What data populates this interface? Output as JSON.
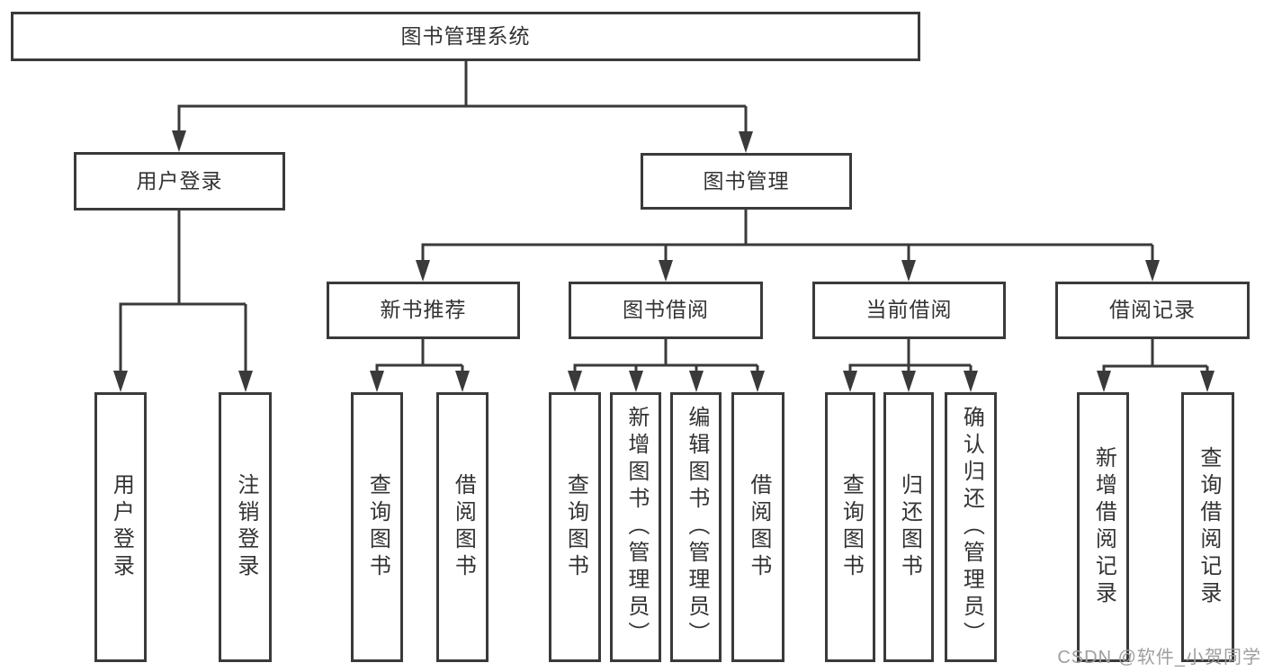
{
  "diagram": {
    "tree": {
      "label": "图书管理系统",
      "children": [
        {
          "label": "用户登录",
          "children": [
            {
              "label": "用户登录"
            },
            {
              "label": "注销登录"
            }
          ]
        },
        {
          "label": "图书管理",
          "children": [
            {
              "label": "新书推荐",
              "children": [
                {
                  "label": "查询图书"
                },
                {
                  "label": "借阅图书"
                }
              ]
            },
            {
              "label": "图书借阅",
              "children": [
                {
                  "label": "查询图书"
                },
                {
                  "label": "新增图书（管理员）"
                },
                {
                  "label": "编辑图书（管理员）"
                },
                {
                  "label": "借阅图书"
                }
              ]
            },
            {
              "label": "当前借阅",
              "children": [
                {
                  "label": "查询图书"
                },
                {
                  "label": "归还图书"
                },
                {
                  "label": "确认归还（管理员）"
                }
              ]
            },
            {
              "label": "借阅记录",
              "children": [
                {
                  "label": "新增借阅记录"
                },
                {
                  "label": "查询借阅记录"
                }
              ]
            }
          ]
        }
      ]
    }
  },
  "watermark": {
    "text": "CSDN @软件_小贺同学"
  },
  "colors": {
    "line": "#3a3a3a",
    "text": "#333333",
    "watermark": "#9e9e9e",
    "background": "#ffffff"
  }
}
